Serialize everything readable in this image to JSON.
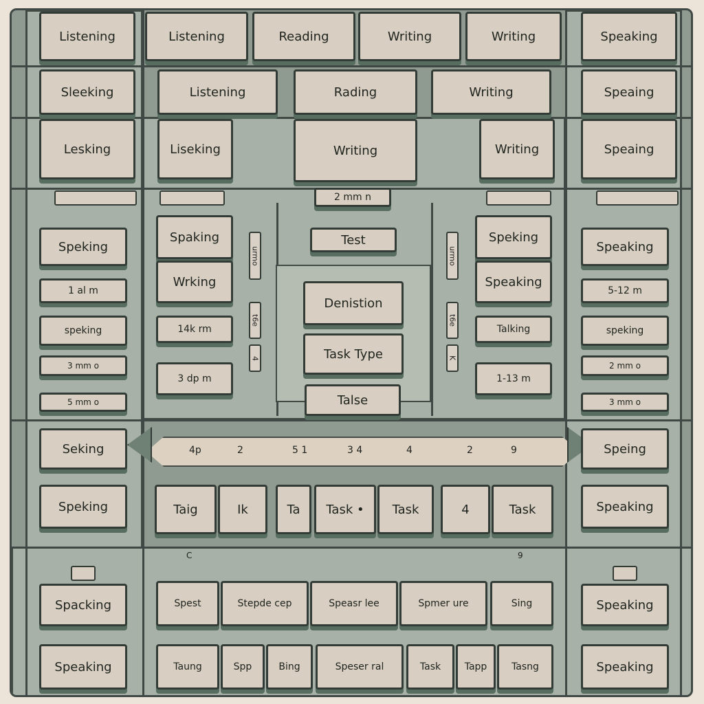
{
  "row1": [
    "Listening",
    "Listening",
    "Reading",
    "Writing",
    "Writing",
    "Speaking"
  ],
  "row2": [
    "Sleeking",
    "Listening",
    "Rading",
    "Writing",
    "Speaing"
  ],
  "row3": [
    "Lesking",
    "Liseking",
    "Writing",
    "Writing",
    "Speaing"
  ],
  "center": {
    "top_label": "2 mm n",
    "test_label": "Test",
    "definition": "Denistion",
    "task_type": "Task Type",
    "table_label": "Talse"
  },
  "side_labels": [
    "urmo",
    "t6e",
    "4",
    "urmo",
    "t6e",
    "K"
  ],
  "left_col": [
    "Speking",
    "1 al m",
    "speking",
    "3 mm o",
    "5 mm o"
  ],
  "left_inner": [
    "Spaking",
    "Wrking",
    "14k rm",
    "3 dp m"
  ],
  "right_inner": [
    "Speking",
    "Speaking",
    "Talking",
    "1-13 m"
  ],
  "right_col": [
    "Speaking",
    "5-12 m",
    "speking",
    "2 mm o",
    "3 mm o"
  ],
  "timeline_ticks": [
    "4p",
    "2",
    "5 1",
    "3 4",
    "4",
    "2",
    "9"
  ],
  "middle_row": [
    "Taig",
    "Ik",
    "Ta",
    "Task •",
    "Task",
    "4",
    "Task"
  ],
  "mid_left_col": [
    "Seking",
    "Speking"
  ],
  "mid_right_col": [
    "Speing",
    "Speaking"
  ],
  "mini_labels": [
    "C",
    "9"
  ],
  "bottom_row1": [
    "Spest",
    "Stepde cep",
    "Speasr lee",
    "Spmer ure",
    "Sing"
  ],
  "bottom_row2": [
    "Taung",
    "Spp",
    "Bing",
    "Speser ral",
    "Task",
    "Tapp",
    "Tasng"
  ],
  "bottom_left": [
    "Spacking",
    "Speaking"
  ],
  "bottom_right": [
    "Speaking",
    "Speaking"
  ],
  "colors": {
    "tile": "#d8cfc2",
    "board": "#8f9a90",
    "shadow": "#566d60",
    "line": "#3f4844"
  }
}
